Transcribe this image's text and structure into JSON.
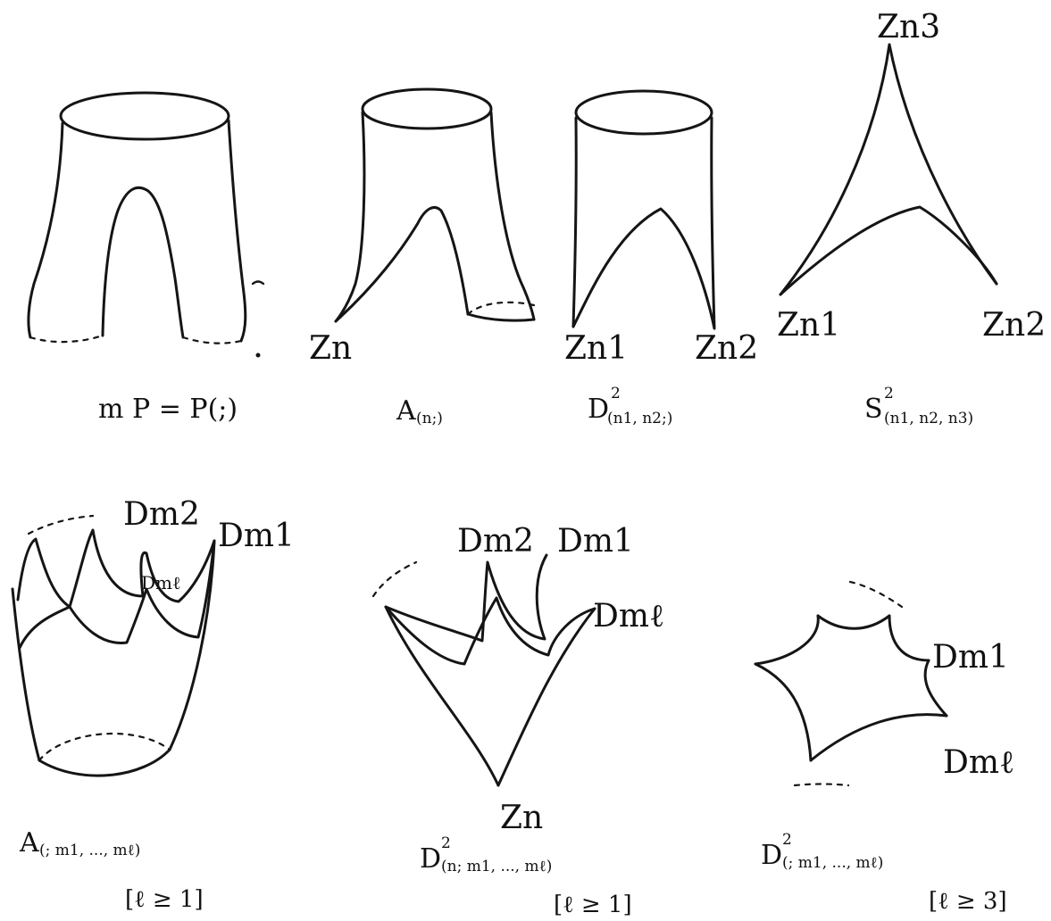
{
  "figures": {
    "pants": {
      "caption": "m P = P(;)"
    },
    "annulus_cusp": {
      "caption_main": "A",
      "caption_sub": "(n;)",
      "cusp": "Zn"
    },
    "disk_two_cusps": {
      "caption_main": "D",
      "caption_sup": "2",
      "caption_sub": "(n1, n2;)",
      "cusp_left": "Zn1",
      "cusp_right": "Zn2"
    },
    "sphere_three_cusps": {
      "caption_main": "S",
      "caption_sup": "2",
      "caption_sub": "(n1, n2, n3)",
      "cusp_top": "Zn3",
      "cusp_left": "Zn1",
      "cusp_right": "Zn2"
    },
    "crown_annulus": {
      "caption_main": "A",
      "caption_sub": "(; m1, ..., mℓ)",
      "condition": "[ℓ ≥ 1]",
      "label_m2": "Dm2",
      "label_m1": "Dm1",
      "label_ml": "Dmℓ"
    },
    "crown_disk": {
      "caption_main": "D",
      "caption_sup": "2",
      "caption_sub": "(n; m1, ..., mℓ)",
      "condition": "[ℓ ≥ 1]",
      "cusp": "Zn",
      "label_m2": "Dm2",
      "label_m1": "Dm1",
      "label_ml": "Dmℓ"
    },
    "ideal_polygon": {
      "caption_main": "D",
      "caption_sup": "2",
      "caption_sub": "(; m1, ..., mℓ)",
      "condition": "[ℓ ≥ 3]",
      "label_m1": "Dm1",
      "label_ml": "Dmℓ"
    }
  }
}
